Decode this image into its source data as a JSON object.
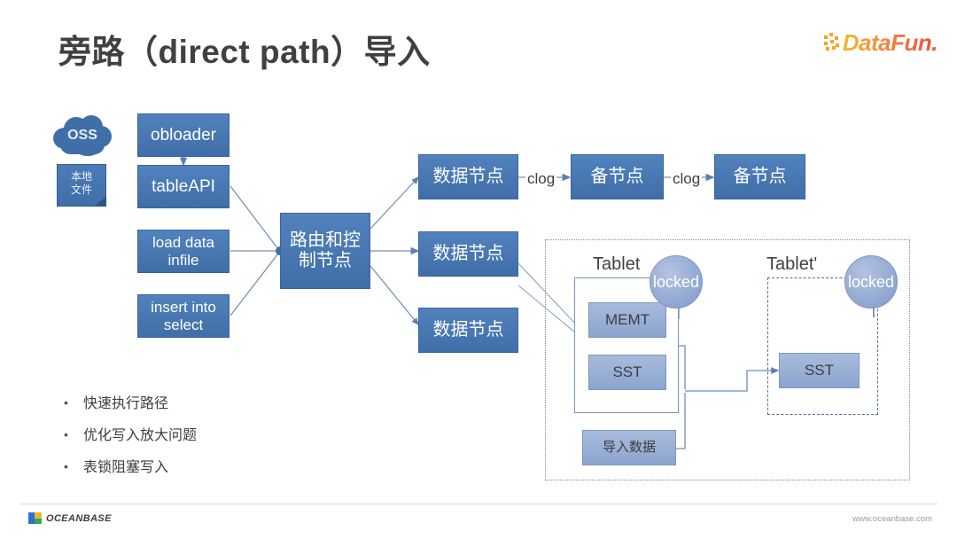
{
  "slide": {
    "title": "旁路（direct path）导入",
    "brand_logo": {
      "name": "datafun-logo",
      "text": "DataFun.",
      "colors": [
        "#f7b733",
        "#f07b3f",
        "#e8533a"
      ]
    }
  },
  "sources": {
    "oss": {
      "label": "OSS",
      "shape": "cloud"
    },
    "local_file": {
      "label_line1": "本地",
      "label_line2": "文件",
      "shape": "document-note"
    }
  },
  "entries": [
    {
      "label": "obloader"
    },
    {
      "label": "tableAPI"
    },
    {
      "label_line1": "load data",
      "label_line2": "infile"
    },
    {
      "label_line1": "insert into",
      "label_line2": "select"
    }
  ],
  "router": {
    "label_line1": "路由和控",
    "label_line2": "制节点"
  },
  "data_nodes": [
    {
      "label": "数据节点"
    },
    {
      "label": "数据节点"
    },
    {
      "label": "数据节点"
    }
  ],
  "replication": {
    "standby_nodes": [
      {
        "label": "备节点"
      },
      {
        "label": "备节点"
      }
    ],
    "link_labels": [
      "clog",
      "clog"
    ]
  },
  "detail_panel": {
    "tablet_before": {
      "label": "Tablet",
      "locked_badge": "locked",
      "components": [
        {
          "label": "MEMT"
        },
        {
          "label": "SST"
        }
      ],
      "import_box": {
        "label": "导入数据"
      }
    },
    "tablet_after": {
      "label": "Tablet'",
      "locked_badge": "locked",
      "components": [
        {
          "label": "SST"
        }
      ]
    }
  },
  "bullets": [
    {
      "marker": "•",
      "text": "快速执行路径"
    },
    {
      "marker": "•",
      "text": "优化写入放大问题"
    },
    {
      "marker": "•",
      "text": "表锁阻塞写入"
    }
  ],
  "footer": {
    "brand": "OCEANBASE",
    "url": "www.oceanbase.com"
  },
  "colors": {
    "box_dark": "#3f6ea8",
    "box_light": "#8ca4ce",
    "locked_circle": "#8fa6d0",
    "connector": "#6f8db8",
    "text_dark": "#404040"
  }
}
